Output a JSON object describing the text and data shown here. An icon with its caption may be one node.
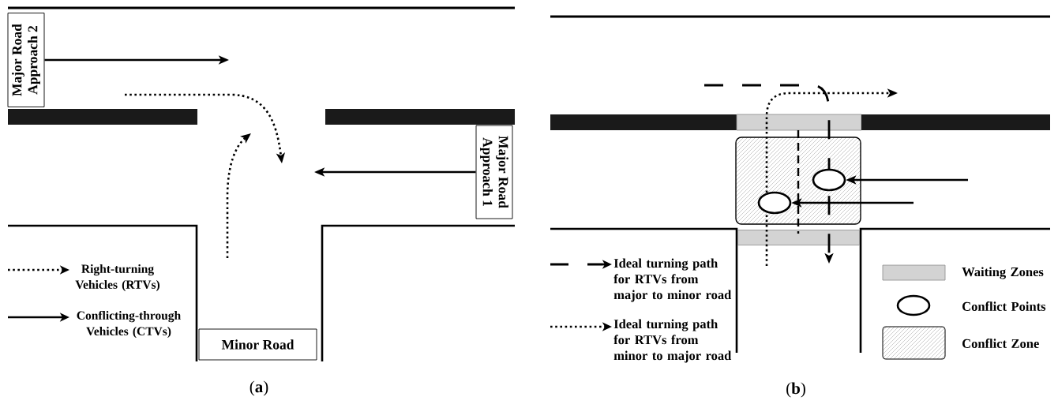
{
  "diagram": {
    "nodes": [
      {
        "text": [
          "Major Road Approach 2"
        ]
      },
      {
        "text": [],
        "shape": "bar"
      },
      {
        "text": [],
        "shape": "bar"
      },
      {
        "text": [
          "Major Road Approach 1"
        ]
      },
      {
        "text": [
          "Minor Road"
        ]
      },
      {
        "text": [],
        "shape": "bar"
      },
      {
        "text": [],
        "shape": "box"
      },
      {
        "text": [],
        "shape": "bar"
      },
      {
        "text": [],
        "shape": "box"
      },
      {
        "text": [],
        "shape": "circle",
        "in": 8
      },
      {
        "text": [],
        "shape": "circle",
        "in": 8
      },
      {
        "text": [],
        "shape": "box"
      }
    ],
    "edges": [
      {
        "from": 0,
        "to": null,
        "arrow": "to"
      },
      {
        "from": 3,
        "to": null,
        "arrow": "to"
      },
      {
        "from": null,
        "to": 9,
        "arrow": "to"
      },
      {
        "from": null,
        "to": 10,
        "arrow": "to"
      }
    ],
    "labels": [
      "(**a**)",
      "(**b**)"
    ],
    "legend": [
      {
        "text": "Right-turning Vehicles (RTVs)"
      },
      {
        "text": "Conflicting-through Vehicles (CTVs)"
      },
      {
        "text": "Ideal turning path for RTVs from major to minor road"
      },
      {
        "text": "Ideal turning path for RTVs from minor to major road"
      },
      {
        "text": "Waiting Zones",
        "color": "#d3d3d3"
      },
      {
        "text": "Conflict Points"
      },
      {
        "text": "Conflict Zone"
      }
    ]
  }
}
